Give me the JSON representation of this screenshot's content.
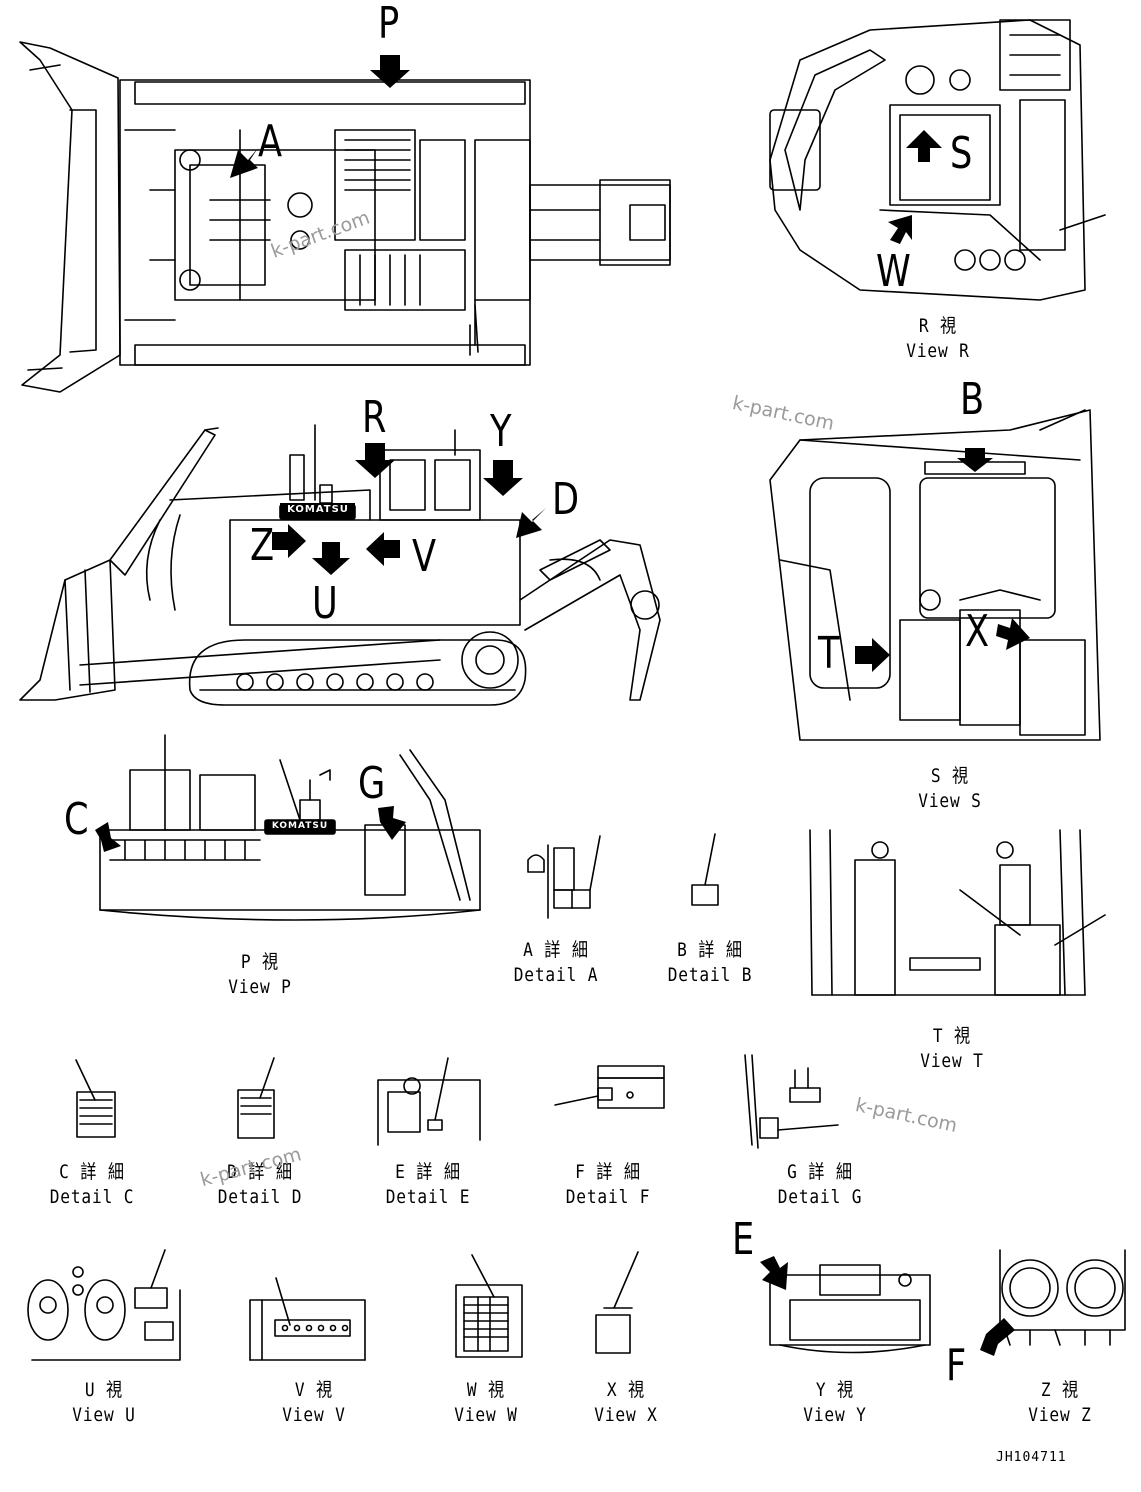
{
  "drawing_number": "JH104711",
  "watermark": "k-part.com",
  "brand_mark": "KOMATSU",
  "reference_letters": [
    "P",
    "A",
    "R",
    "Y",
    "D",
    "Z",
    "V",
    "U",
    "G",
    "C",
    "B",
    "S",
    "W",
    "T",
    "X",
    "E",
    "F"
  ],
  "views": {
    "R": {
      "jp": "R 視",
      "en": "View R"
    },
    "S": {
      "jp": "S 視",
      "en": "View S"
    },
    "P": {
      "jp": "P 視",
      "en": "View P"
    },
    "T": {
      "jp": "T 視",
      "en": "View T"
    },
    "U": {
      "jp": "U 視",
      "en": "View U"
    },
    "V": {
      "jp": "V 視",
      "en": "View V"
    },
    "W": {
      "jp": "W 視",
      "en": "View W"
    },
    "X": {
      "jp": "X 視",
      "en": "View X"
    },
    "Y": {
      "jp": "Y 視",
      "en": "View Y"
    },
    "Z": {
      "jp": "Z 視",
      "en": "View Z"
    }
  },
  "details": {
    "A": {
      "jp": "A 詳 細",
      "en": "Detail A"
    },
    "B": {
      "jp": "B 詳 細",
      "en": "Detail B"
    },
    "C": {
      "jp": "C 詳 細",
      "en": "Detail C"
    },
    "D": {
      "jp": "D 詳 細",
      "en": "Detail D"
    },
    "E": {
      "jp": "E 詳 細",
      "en": "Detail E"
    },
    "F": {
      "jp": "F 詳 細",
      "en": "Detail F"
    },
    "G": {
      "jp": "G 詳 細",
      "en": "Detail G"
    }
  },
  "colors": {
    "ink": "#000000",
    "paper": "#ffffff",
    "watermark": "#9a9a9a"
  }
}
